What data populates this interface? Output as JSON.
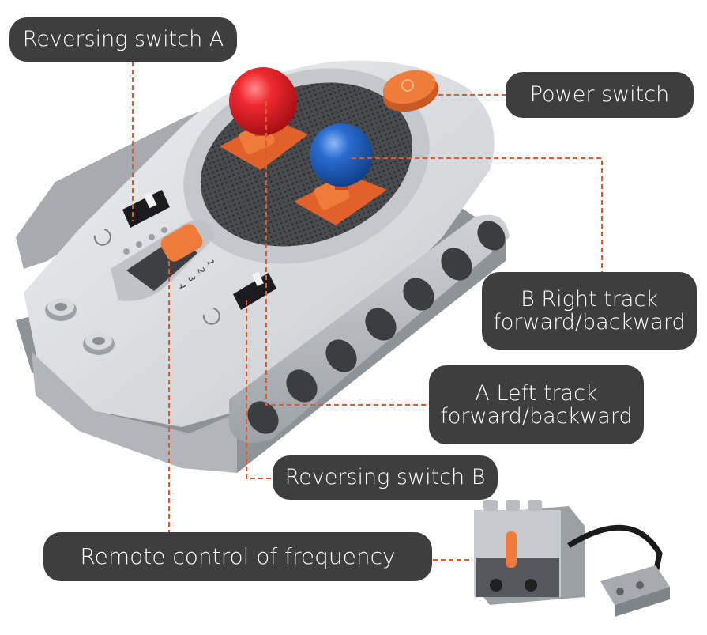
{
  "labels": {
    "reversing_a": "Reversing switch A",
    "power": "Power switch",
    "b_line1": "B  Right track",
    "b_line2": "forward/backward",
    "a_line1": "A  Left track",
    "a_line2": "forward/backward",
    "reversing_b": "Reversing switch B",
    "frequency": "Remote control of frequency"
  },
  "colors": {
    "label_bg": "#3e3e3e",
    "leader_line": "#e2582a",
    "joystick_a": "#e31b23",
    "joystick_b": "#1e5fb8",
    "accent_orange": "#ec6a25",
    "body_grey": "#d6d8da"
  },
  "switch_positions": [
    "1",
    "2",
    "3",
    "4"
  ]
}
